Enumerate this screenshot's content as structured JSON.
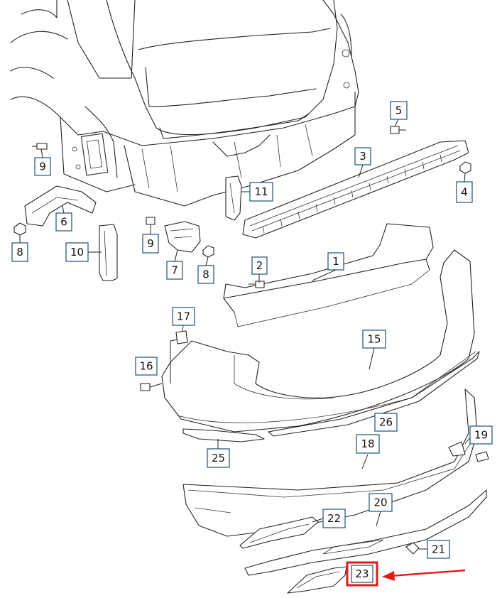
{
  "diagram": {
    "callouts": [
      {
        "id": "1",
        "text": "1"
      },
      {
        "id": "2",
        "text": "2"
      },
      {
        "id": "3",
        "text": "3"
      },
      {
        "id": "4",
        "text": "4"
      },
      {
        "id": "5",
        "text": "5"
      },
      {
        "id": "6",
        "text": "6"
      },
      {
        "id": "7",
        "text": "7"
      },
      {
        "id": "8a",
        "text": "8"
      },
      {
        "id": "8b",
        "text": "8"
      },
      {
        "id": "9a",
        "text": "9"
      },
      {
        "id": "9b",
        "text": "9"
      },
      {
        "id": "10",
        "text": "10"
      },
      {
        "id": "11",
        "text": "11"
      },
      {
        "id": "15",
        "text": "15"
      },
      {
        "id": "16",
        "text": "16"
      },
      {
        "id": "17",
        "text": "17"
      },
      {
        "id": "18",
        "text": "18"
      },
      {
        "id": "19",
        "text": "19"
      },
      {
        "id": "20",
        "text": "20"
      },
      {
        "id": "21",
        "text": "21"
      },
      {
        "id": "22",
        "text": "22"
      },
      {
        "id": "23",
        "text": "23"
      },
      {
        "id": "25",
        "text": "25"
      },
      {
        "id": "26",
        "text": "26"
      }
    ],
    "highlight": {
      "callout": "23",
      "color": "#e01b1b"
    },
    "label_border_color": "#1f4f73"
  }
}
